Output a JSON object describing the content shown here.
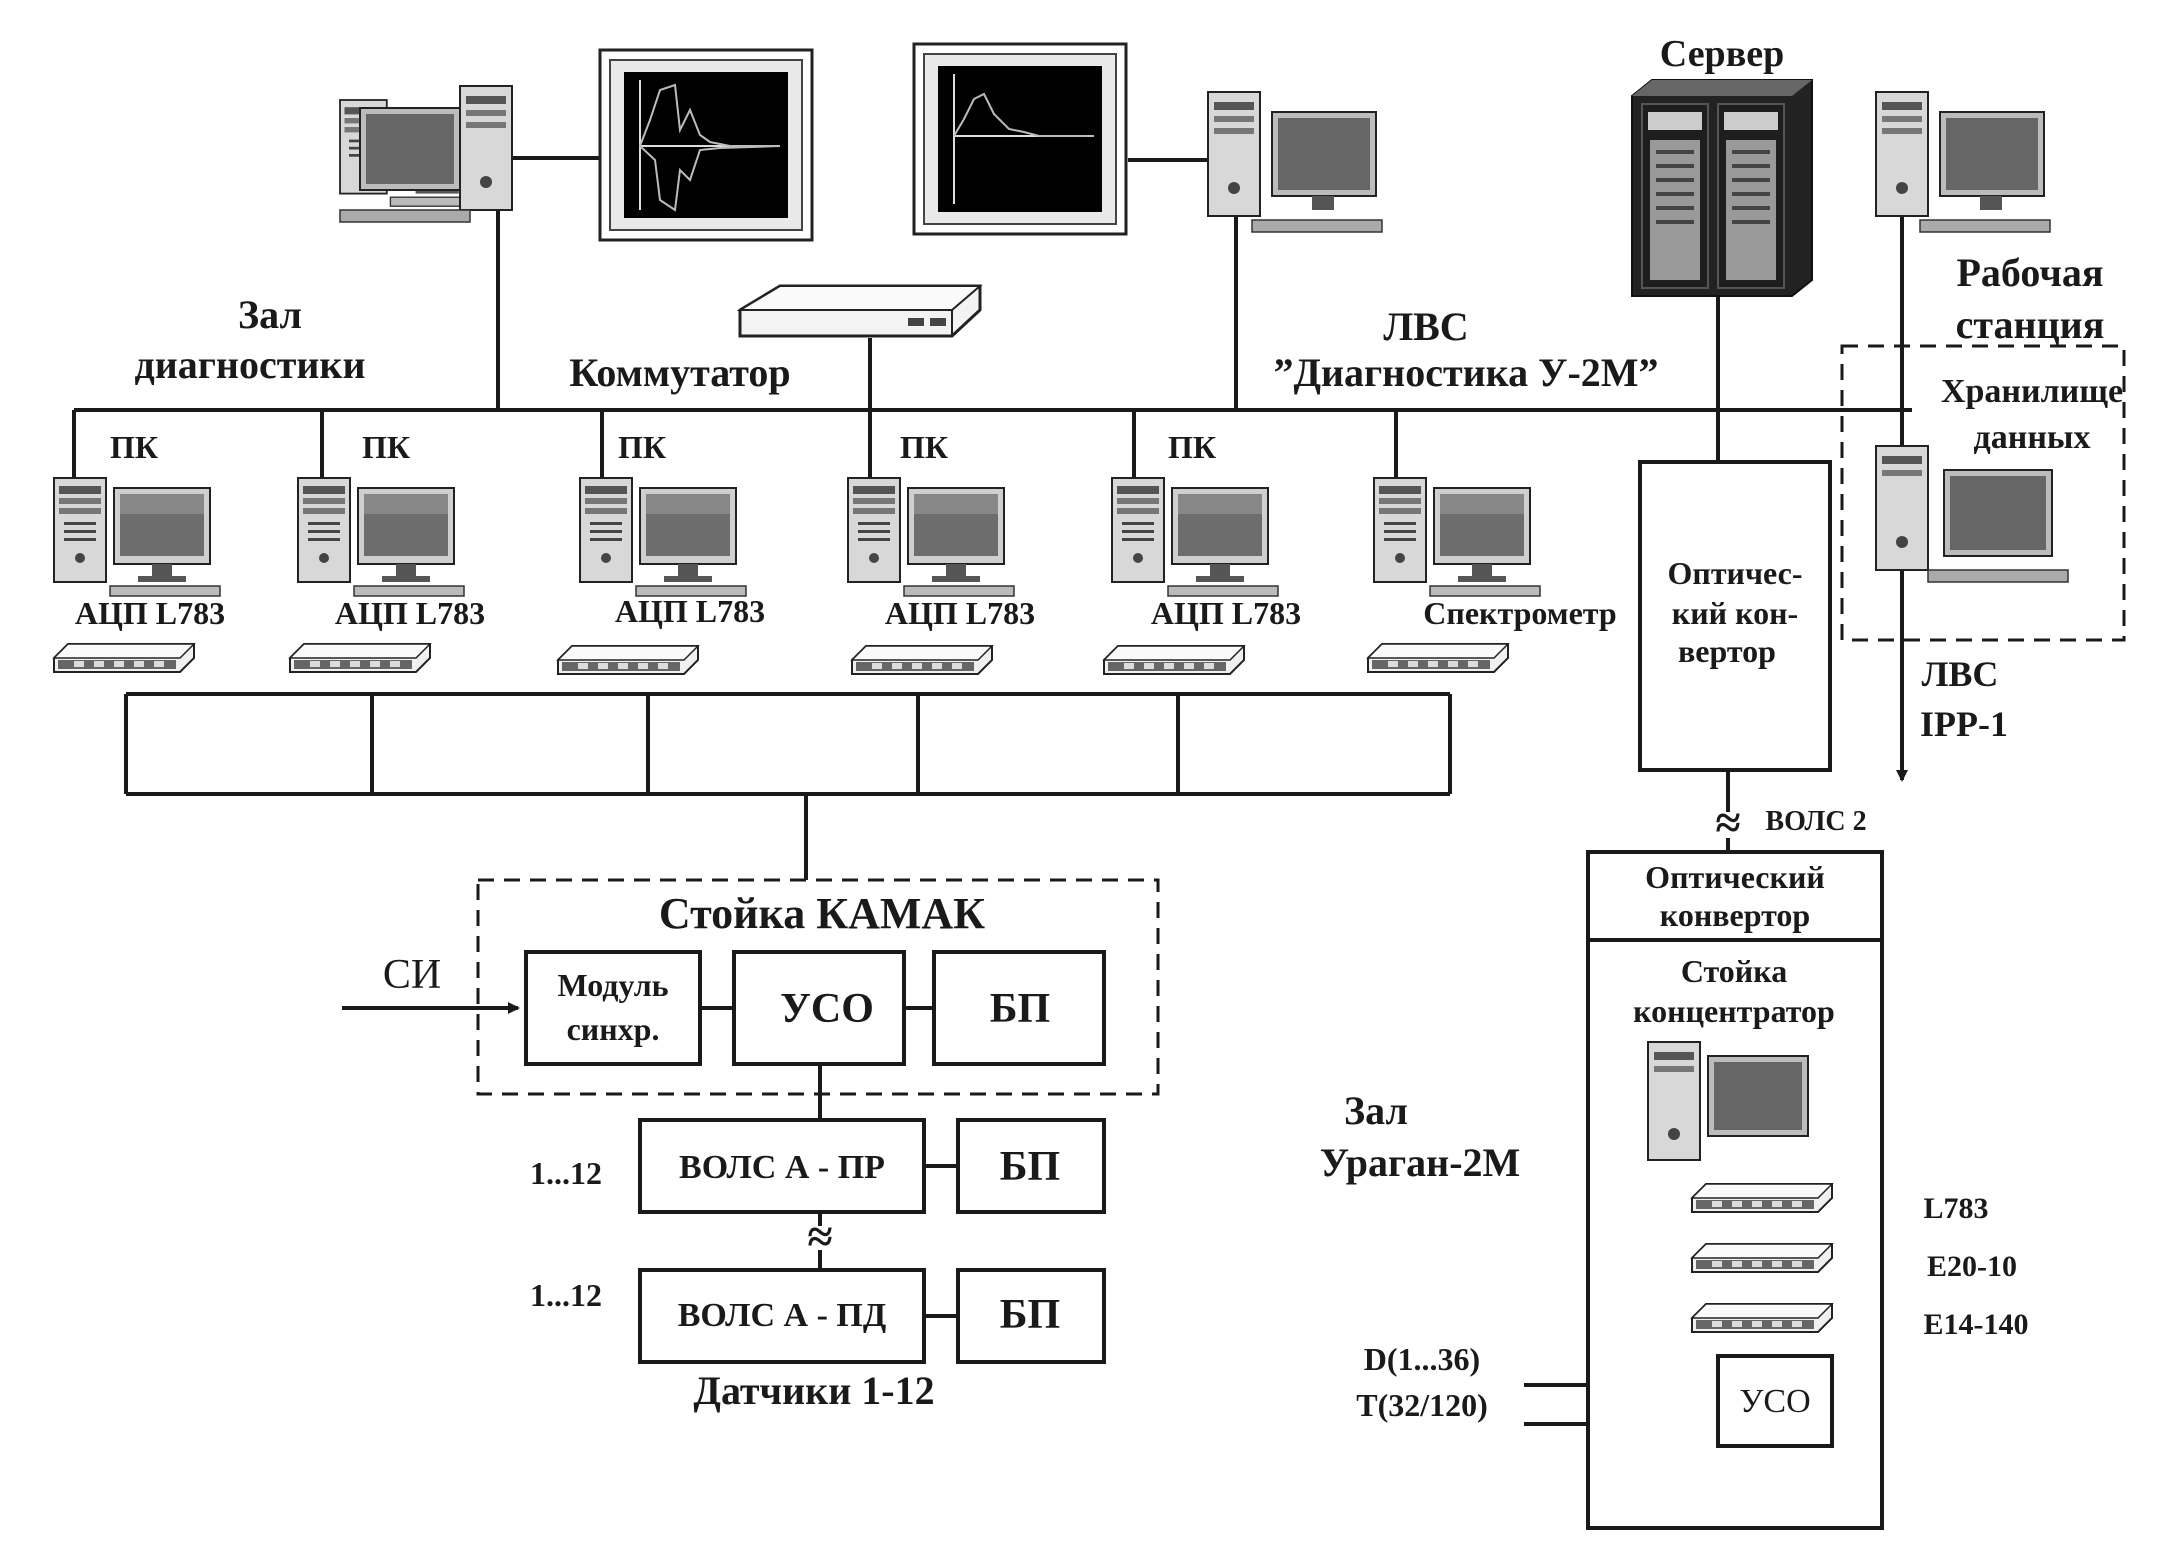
{
  "labels": {
    "hall_diag_1": "Зал",
    "hall_diag_2": "диагностики",
    "switch": "Коммутатор",
    "lan_1": "ЛВС",
    "lan_2": "”Диагностика У-2М”",
    "server": "Сервер",
    "workstation_1": "Рабочая",
    "workstation_2": "станция",
    "storage_1": "Хранилище",
    "storage_2": "данных",
    "lan_out_1": "ЛВС",
    "lan_out_2": "IPP-1",
    "pc": "ПК",
    "adc": "АЦП L783",
    "spectrometer": "Спектрометр",
    "opt_conv_1": "Оптичес-",
    "opt_conv_2": "кий  кон-",
    "opt_conv_3": "вертор",
    "fiber2": "ВОЛС 2",
    "opt_conv_b_1": "Оптический",
    "opt_conv_b_2": "конвертор",
    "rack_conc_1": "Стойка",
    "rack_conc_2": "концентратор",
    "hall_uragan_1": "Зал",
    "hall_uragan_2": "Ураган-2М",
    "camac": "Стойка   КАМАК",
    "si": "СИ",
    "sync_1": "Модуль",
    "sync_2": "синхр.",
    "uso": "УСО",
    "bp": "БП",
    "fiber_tx": "ВОЛС  А - ПР",
    "fiber_rx": "ВОЛС  А - ПД",
    "range_1": "1...12",
    "range_2": "1...12",
    "sensors": "Датчики 1-12",
    "l783": "L783",
    "e2010": "E20-10",
    "e14140": "E14-140",
    "d_input": "D(1...36)",
    "t_input": "T(32/120)",
    "uso_small": "УСО",
    "wavy": "≈"
  },
  "icons": {
    "computer": "computer-icon",
    "monitor_plot": "oscilloscope-monitor-icon",
    "switch": "network-switch-icon",
    "server": "server-rack-icon",
    "adc": "adc-module-icon"
  },
  "colors": {
    "line": "#1a1a1a",
    "screen": "#000000",
    "device": "#e6e6e6"
  }
}
